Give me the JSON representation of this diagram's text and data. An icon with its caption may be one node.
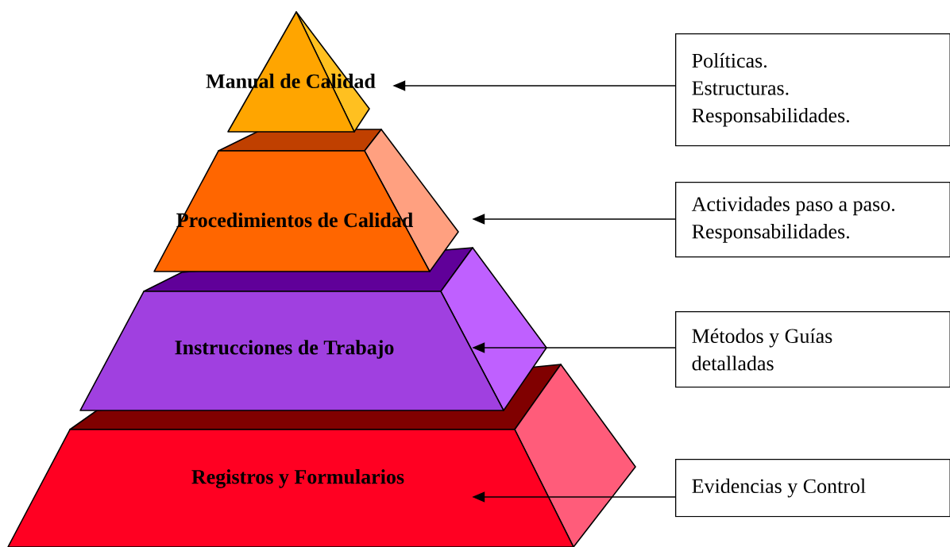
{
  "diagram": {
    "nodes": [
      {
        "text": [
          "Manual de Calidad"
        ]
      },
      {
        "text": [
          "Procedimientos de Calidad"
        ]
      },
      {
        "text": [
          "Instrucciones de Trabajo"
        ]
      },
      {
        "text": [
          "Registros y Formularios"
        ]
      },
      {
        "text": [
          "Políticas.",
          "Estructuras.",
          "Responsabilidades."
        ]
      },
      {
        "text": [
          "Actividades paso a paso.",
          "Responsabilidades."
        ]
      },
      {
        "text": [
          "Métodos y Guías detalladas"
        ]
      },
      {
        "text": [
          "Evidencias y Control"
        ]
      }
    ],
    "edges": [
      {
        "from": 4,
        "to": 0,
        "arrow": "to"
      },
      {
        "from": 5,
        "to": 1,
        "arrow": "to"
      },
      {
        "from": 6,
        "to": 2,
        "arrow": "to"
      },
      {
        "from": 7,
        "to": 3,
        "arrow": "to"
      }
    ]
  }
}
